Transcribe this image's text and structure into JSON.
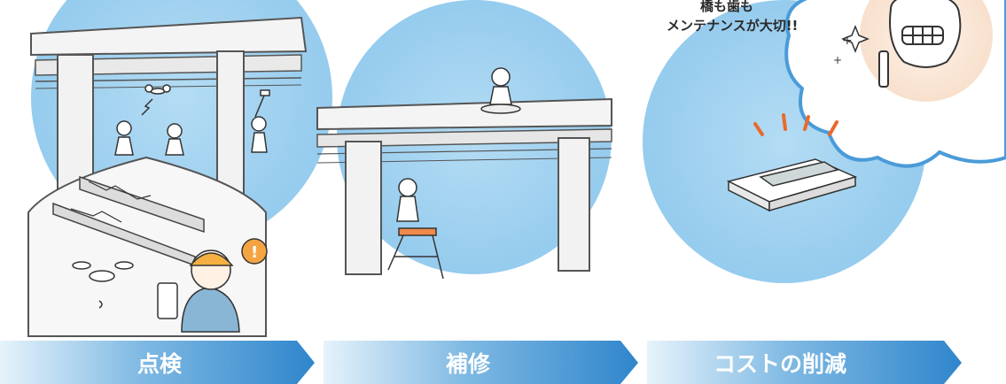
{
  "steps": [
    {
      "label": "点検"
    },
    {
      "label": "補修"
    },
    {
      "label": "コストの削減"
    }
  ],
  "thought_bubble": {
    "line1": "橋も歯も",
    "line2": "メンテナンスが大切!!"
  },
  "colors": {
    "sky": "#9fd0ef",
    "sky_light": "#c7e6f8",
    "arrow_dark": "#2f86cc",
    "arrow_light": "#e6f3fb",
    "ink": "#333333",
    "skin": "#f8e7d8"
  }
}
